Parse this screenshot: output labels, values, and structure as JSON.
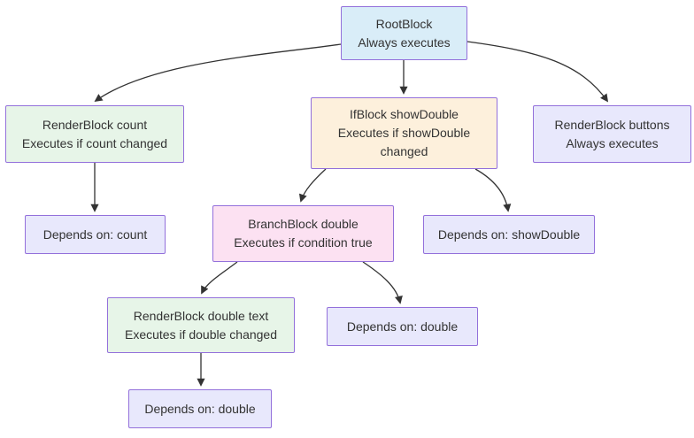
{
  "diagram": {
    "type": "flowchart",
    "direction": "top-down",
    "colors": {
      "root_fill": "#d9edf8",
      "render_fill": "#e7f5e8",
      "if_fill": "#fdf0dc",
      "branch_fill": "#fce1f2",
      "depends_fill": "#e8e8fc",
      "node_border": "#9370db",
      "edge_color": "#333333",
      "text_color": "#333333",
      "background": "#ffffff"
    },
    "nodes": {
      "root": {
        "lines": [
          "RootBlock",
          "Always executes"
        ]
      },
      "render_count": {
        "lines": [
          "RenderBlock count",
          "Executes if count changed"
        ]
      },
      "if_showdouble": {
        "lines": [
          "IfBlock showDouble",
          "Executes if showDouble",
          "changed"
        ]
      },
      "render_buttons": {
        "lines": [
          "RenderBlock buttons",
          "Always executes"
        ]
      },
      "depends_count": {
        "lines": [
          "Depends on: count"
        ]
      },
      "branch_double": {
        "lines": [
          "BranchBlock double",
          "Executes if condition true"
        ]
      },
      "depends_showdouble": {
        "lines": [
          "Depends on: showDouble"
        ]
      },
      "render_double_text": {
        "lines": [
          "RenderBlock double text",
          "Executes if double changed"
        ]
      },
      "depends_double_right": {
        "lines": [
          "Depends on: double"
        ]
      },
      "depends_double_bottom": {
        "lines": [
          "Depends on: double"
        ]
      }
    },
    "edges": [
      {
        "from": "root",
        "to": "render_count"
      },
      {
        "from": "root",
        "to": "if_showdouble"
      },
      {
        "from": "root",
        "to": "render_buttons"
      },
      {
        "from": "render_count",
        "to": "depends_count"
      },
      {
        "from": "if_showdouble",
        "to": "branch_double"
      },
      {
        "from": "if_showdouble",
        "to": "depends_showdouble"
      },
      {
        "from": "branch_double",
        "to": "render_double_text"
      },
      {
        "from": "branch_double",
        "to": "depends_double_right"
      },
      {
        "from": "render_double_text",
        "to": "depends_double_bottom"
      }
    ]
  }
}
